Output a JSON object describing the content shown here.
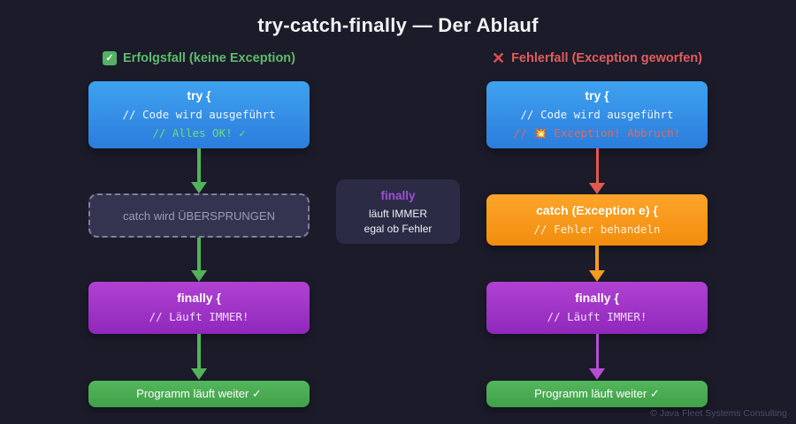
{
  "title": "try-catch-finally — Der Ablauf",
  "left": {
    "header": {
      "icon": "✓",
      "label": "Erfolgsfall (keine Exception)"
    },
    "try_box": {
      "title": "try {",
      "line1": "// Code wird ausgeführt",
      "line2": "// Alles OK! ✓"
    },
    "skip_box": {
      "label": "catch wird ÜBERSPRUNGEN"
    },
    "finally_box": {
      "title": "finally {",
      "line1": "// Läuft IMMER!"
    },
    "end_box": {
      "label": "Programm läuft weiter ✓"
    }
  },
  "right": {
    "header": {
      "icon": "✕",
      "label": "Fehlerfall (Exception geworfen)"
    },
    "try_box": {
      "title": "try {",
      "line1": "// Code wird ausgeführt",
      "line2": "// 💥 Exception! Abbruch!"
    },
    "catch_box": {
      "title": "catch (Exception e) {",
      "line1": "// Fehler behandeln"
    },
    "finally_box": {
      "title": "finally {",
      "line1": "// Läuft IMMER!"
    },
    "end_box": {
      "label": "Programm läuft weiter ✓"
    }
  },
  "note_box": {
    "title": "finally",
    "line1": "läuft IMMER",
    "line2": "egal ob Fehler"
  },
  "footer": "© Java Fleet Systems Consulting",
  "colors": {
    "background": "#1b1b2a",
    "try_blue": "#2f8ce4",
    "catch_orange": "#f6991c",
    "finally_purple": "#a037c8",
    "end_green": "#4aab52",
    "success_green": "#5dbd6b",
    "error_red": "#e25d5d",
    "arrow_green": "#52b35a",
    "arrow_red": "#e05a50",
    "arrow_orange": "#f79c1d",
    "arrow_magenta": "#b44fd4"
  }
}
